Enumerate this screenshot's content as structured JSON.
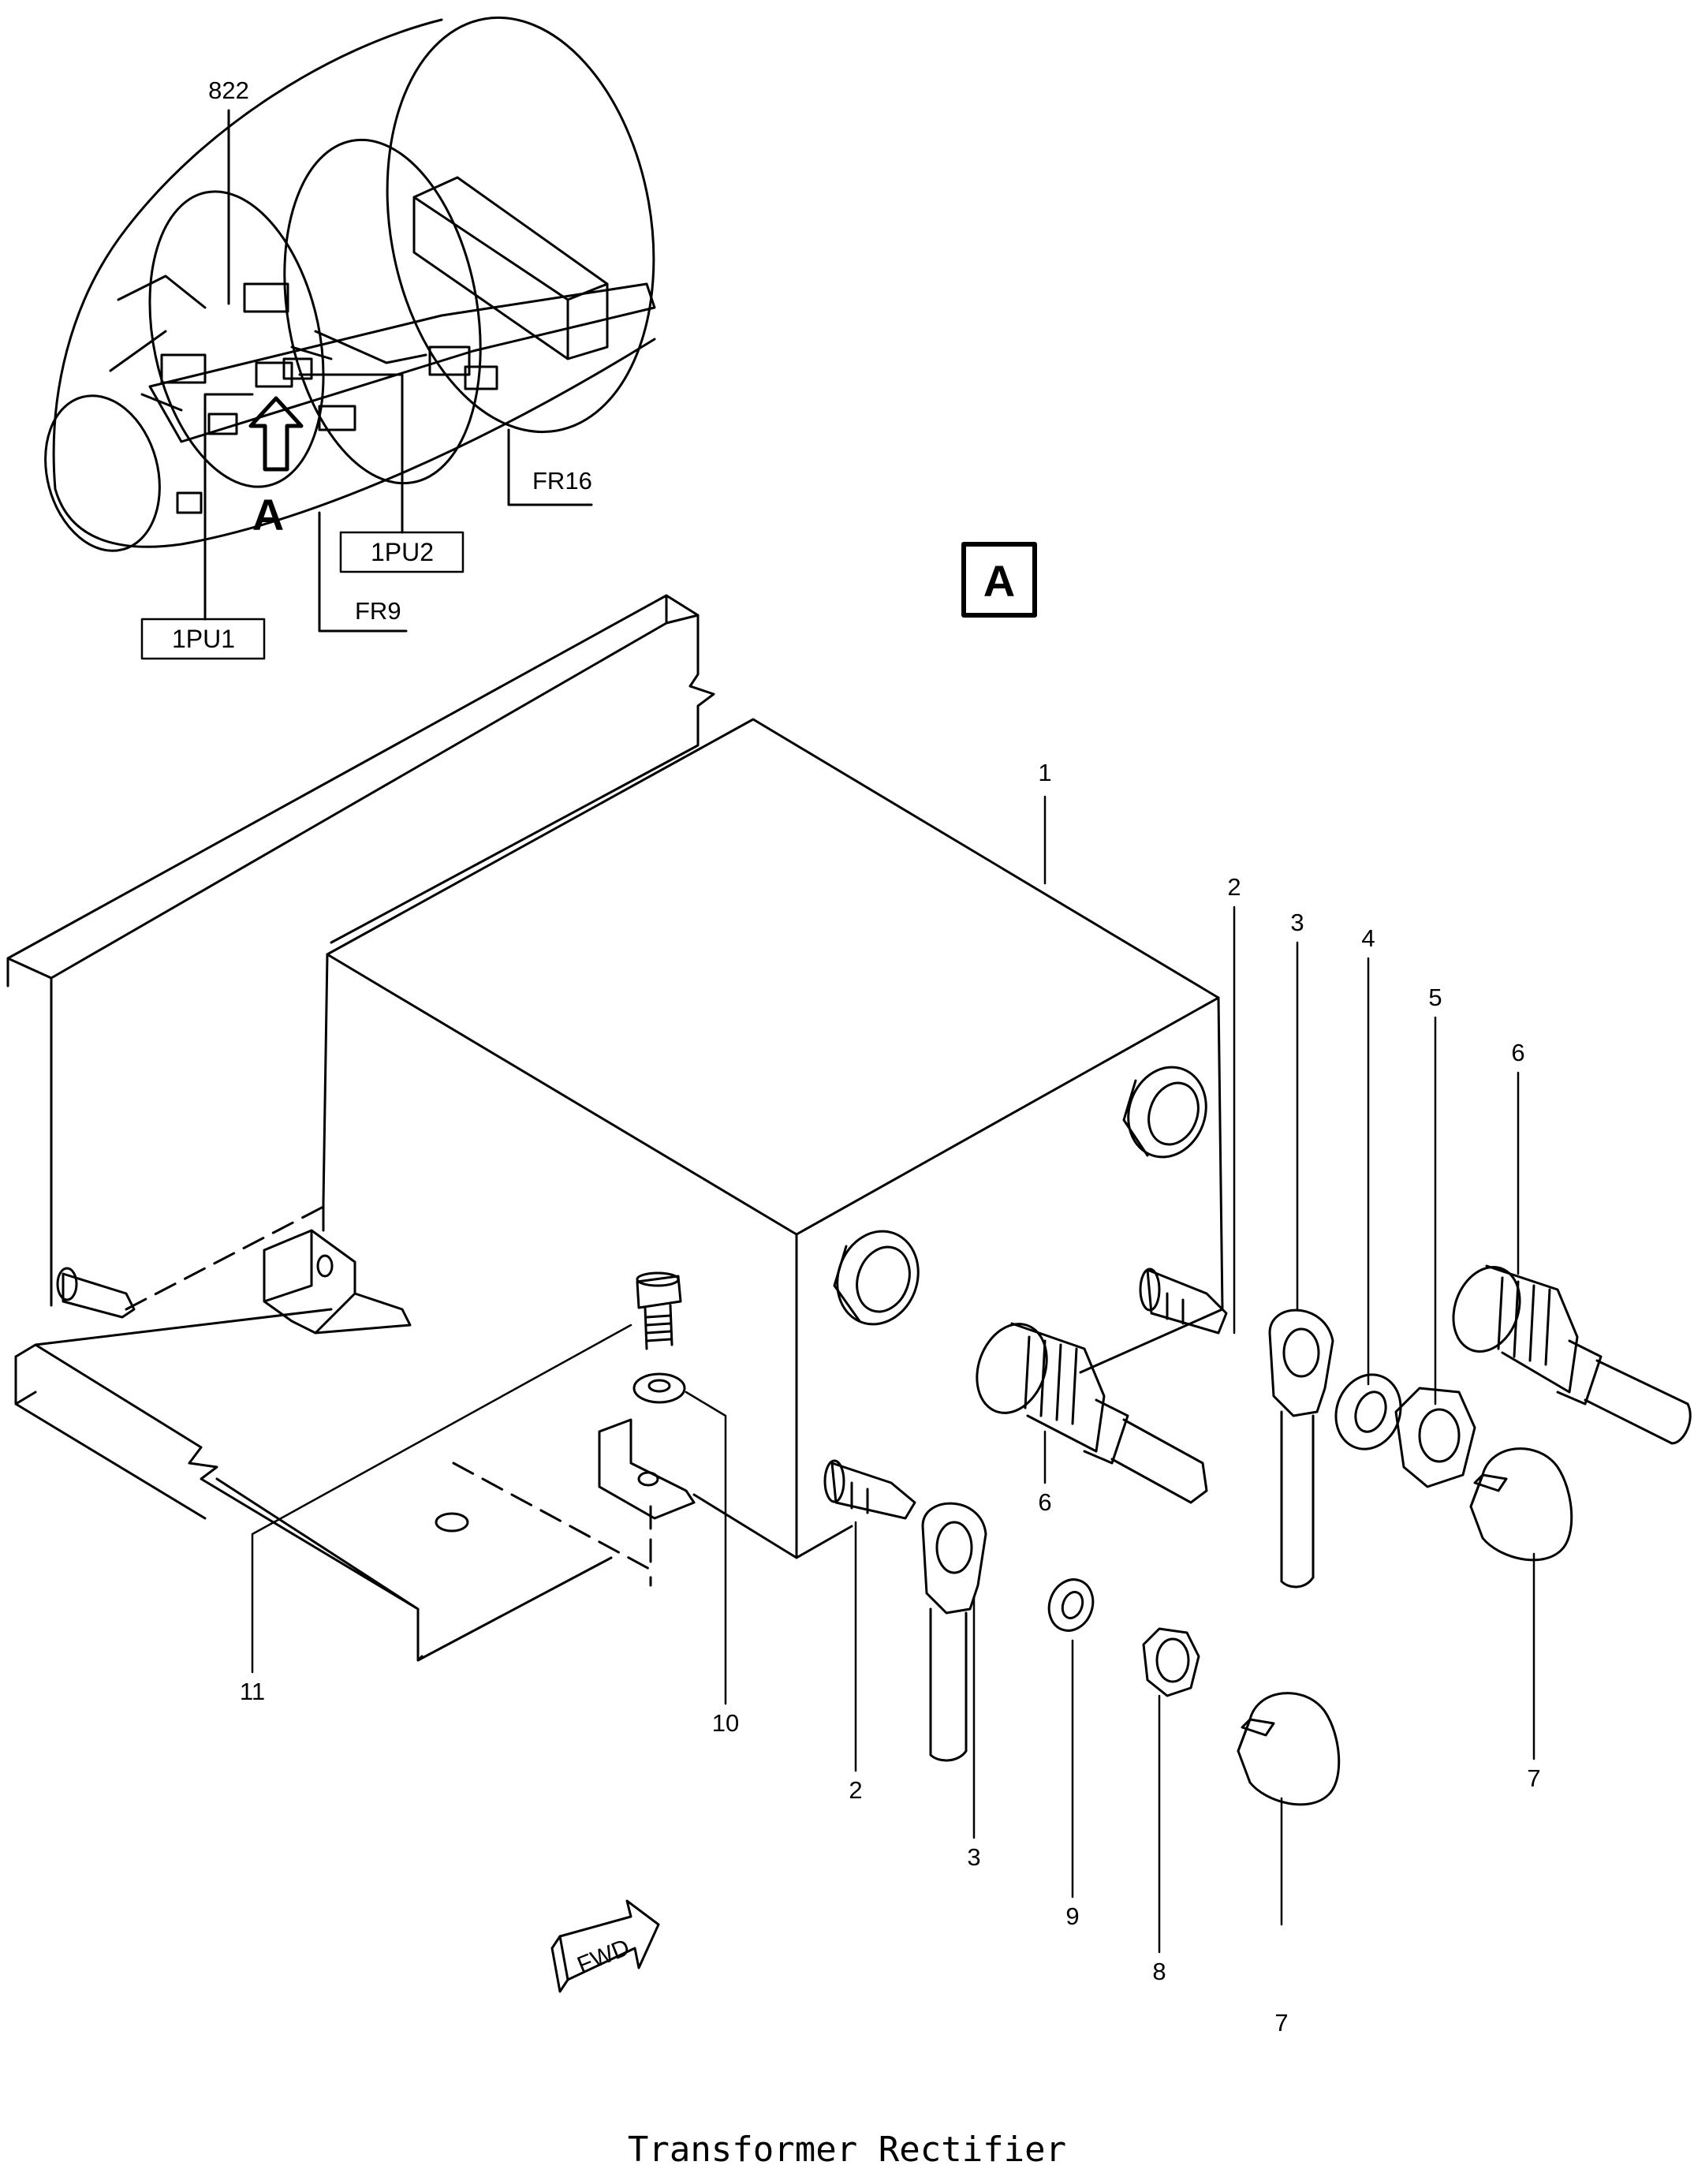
{
  "figure": {
    "caption": "Transformer Rectifier",
    "view_label": "A",
    "locator": {
      "zone": "822",
      "frames": [
        "FR16",
        "FR9"
      ],
      "units": [
        "1PU2",
        "1PU1"
      ],
      "arrow_label": "A"
    },
    "item_callouts": [
      "1",
      "2",
      "3",
      "4",
      "5",
      "6",
      "6",
      "7",
      "2",
      "3",
      "9",
      "8",
      "7",
      "11",
      "10"
    ],
    "direction_label": "FWD"
  }
}
